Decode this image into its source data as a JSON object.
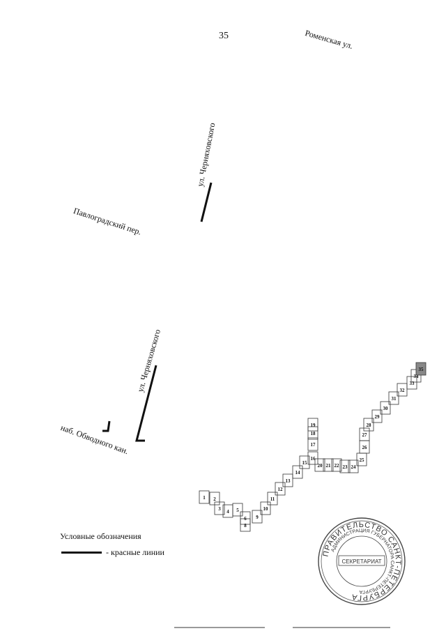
{
  "page_number": "35",
  "streets": {
    "romenskaya": "Роменская ул.",
    "chernyakhovskogo_top": "ул. Черняховского",
    "pavlogradsky": "Павлоградский пер.",
    "chernyakhovskogo_bottom": "ул. Черняховского",
    "obvodny": "наб. Обводного кан."
  },
  "legend": {
    "title": "Условные обозначения",
    "red_lines": "- красные линии"
  },
  "stamp": {
    "outer_text": "ПРАВИТЕЛЬСТВО САНКТ-ПЕТЕРБУРГА",
    "inner_text": "АДМИНИСТРАЦИЯ ГУБЕРНАТОРА САНКТ-ПЕТЕРБУРГА",
    "center_text": "СЕКРЕТАРИАТ"
  },
  "tiles": [
    "1",
    "2",
    "3",
    "4",
    "5",
    "6",
    "8",
    "9",
    "10",
    "11",
    "12",
    "13",
    "14",
    "15",
    "16",
    "17",
    "18",
    "19",
    "20",
    "21",
    "22",
    "23",
    "24",
    "25",
    "26",
    "27",
    "28",
    "29",
    "30",
    "31",
    "32",
    "33",
    "34",
    "35"
  ]
}
